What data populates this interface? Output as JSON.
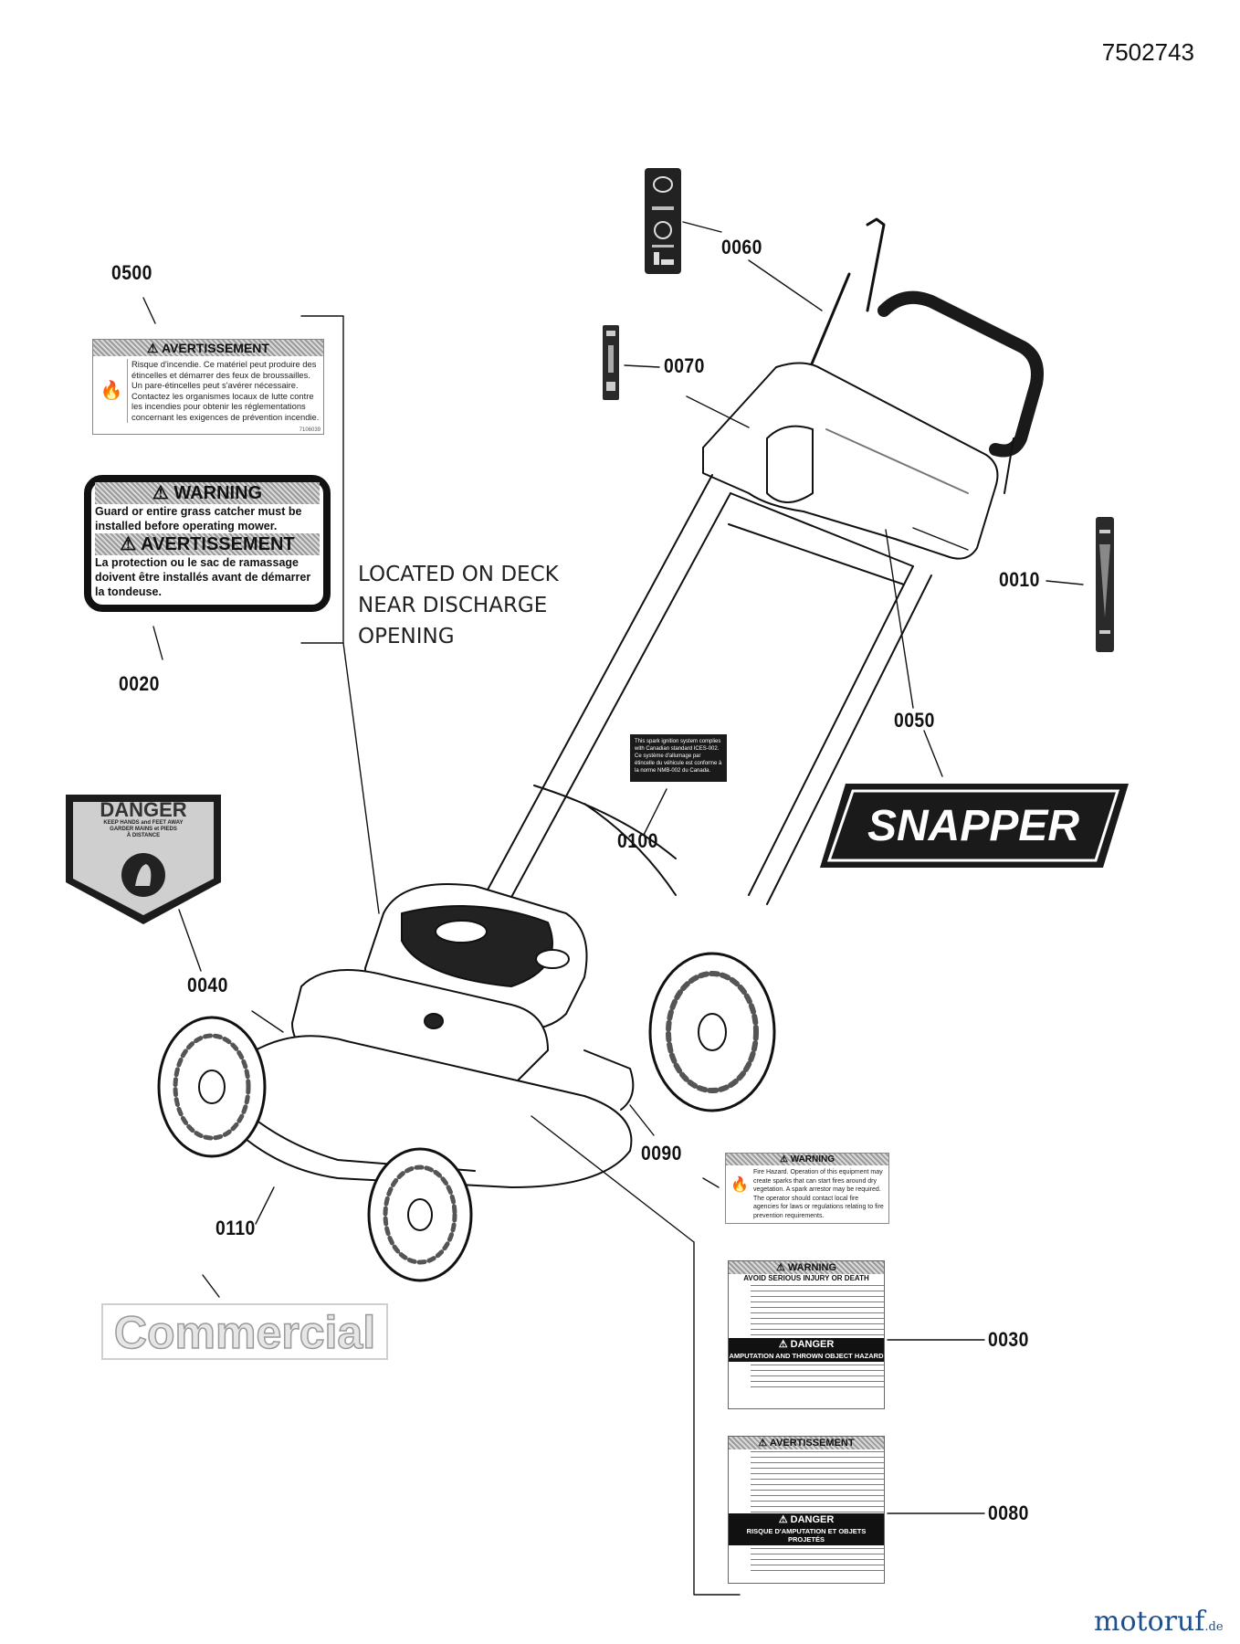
{
  "document": {
    "number": "7502743"
  },
  "callouts": [
    {
      "id": "0060",
      "label": "0060"
    },
    {
      "id": "0070",
      "label": "0070"
    },
    {
      "id": "0500",
      "label": "0500"
    },
    {
      "id": "0010",
      "label": "0010"
    },
    {
      "id": "0020",
      "label": "0020"
    },
    {
      "id": "0050",
      "label": "0050"
    },
    {
      "id": "0100",
      "label": "0100"
    },
    {
      "id": "0040",
      "label": "0040"
    },
    {
      "id": "0090",
      "label": "0090"
    },
    {
      "id": "0110",
      "label": "0110"
    },
    {
      "id": "0030",
      "label": "0030"
    },
    {
      "id": "0080",
      "label": "0080"
    }
  ],
  "note": {
    "lines": [
      "LOCATED ON DECK",
      "NEAR DISCHARGE",
      "OPENING"
    ]
  },
  "decals": {
    "d0500": {
      "header": "⚠ AVERTISSEMENT",
      "text": "Risque d'incendie. Ce matériel peut produire des étincelles et démarrer des feux de broussailles. Un pare-étincelles peut s'avérer nécessaire. Contactez les organismes locaux de lutte contre les incendies pour obtenir les réglementations concernant les exigences de prévention incendie.",
      "code": "7106039"
    },
    "d0020": {
      "header_en": "⚠ WARNING",
      "text_en": "Guard or entire grass catcher must be installed before operating mower.",
      "header_fr": "⚠ AVERTISSEMENT",
      "text_fr": "La protection ou le sac de ramassage doivent être installés avant de démarrer la tondeuse."
    },
    "d0040": {
      "header": "DANGER",
      "line1": "KEEP HANDS and FEET AWAY",
      "line2": "GARDER MAINS et PIEDS",
      "line3": "À DISTANCE"
    },
    "d0100": {
      "text": "This spark ignition system complies with Canadian standard ICES-002. Ce système d'allumage par étincelle du véhicule est conforme à la norme NMB-002 du Canada."
    },
    "d0090": {
      "header": "⚠ WARNING",
      "text": "Fire Hazard. Operation of this equipment may create sparks that can start fires around dry vegetation. A spark arrestor may be required. The operator should contact local fire agencies for laws or regulations relating to fire prevention requirements."
    },
    "d0030": {
      "header": "⚠ WARNING",
      "sub": "AVOID SERIOUS INJURY OR DEATH",
      "danger": "⚠ DANGER",
      "danger_sub": "AMPUTATION AND THROWN OBJECT HAZARD"
    },
    "d0080": {
      "header": "⚠ AVERTISSEMENT",
      "danger": "⚠ DANGER",
      "danger_sub": "RISQUE D'AMPUTATION ET OBJETS PROJETÉS"
    },
    "logo_snapper": {
      "text": "SNAPPER"
    },
    "logo_commercial": {
      "text": "Commercial"
    }
  },
  "watermark": {
    "text": "motoruf",
    "suffix": ".de",
    "color": "#1f4f8a"
  }
}
